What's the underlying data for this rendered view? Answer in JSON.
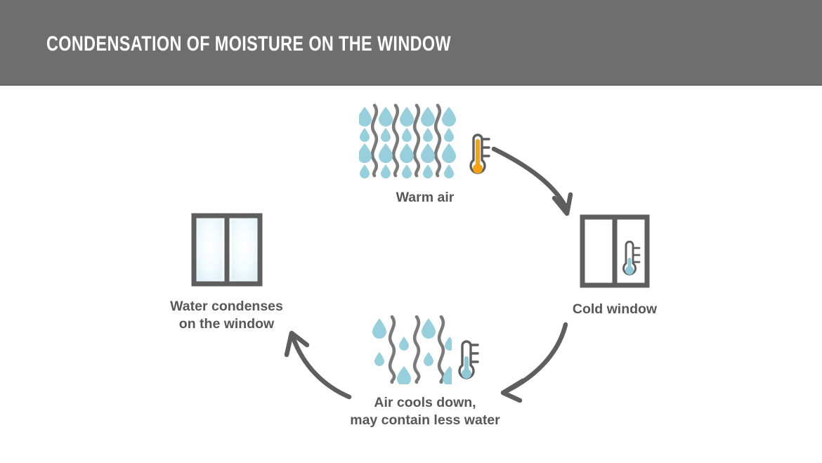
{
  "header": {
    "title": "Condensation of moisture on the window",
    "background_color": "#6e6e6e",
    "text_color": "#ffffff"
  },
  "palette": {
    "gray_outline": "#5e5e5e",
    "gray_wave": "#7a7a7a",
    "droplet_blue": "#97cfdd",
    "warm_orange": "#f5a316",
    "cold_blue": "#8fc9d8",
    "label_gray": "#575757",
    "glass_fog": "#eaf6fa",
    "page_background": "#ffffff"
  },
  "diagram": {
    "type": "cycle",
    "direction": "clockwise",
    "nodes": [
      {
        "id": "warm-air",
        "label": "Warm air",
        "icon": "warm-air-icon",
        "thermometer": "hot-thermometer-icon",
        "thermometer_fill": "high",
        "droplet_count": 16
      },
      {
        "id": "cold-window",
        "label": "Cold window",
        "icon": "cold-window-icon",
        "thermometer": "cold-thermometer-icon",
        "thermometer_fill": "low",
        "droplet_count": 0
      },
      {
        "id": "cooled-air",
        "label": "Air cools down,\nmay contain less water",
        "icon": "cool-air-icon",
        "thermometer": "cold-thermometer-icon",
        "thermometer_fill": "medium-low",
        "droplet_count": 9
      },
      {
        "id": "condensation",
        "label": "Water condenses\non the window",
        "icon": "fogged-window-icon",
        "thermometer": null,
        "thermometer_fill": null,
        "droplet_count": 0
      }
    ],
    "arrows": [
      {
        "id": "arrow-warm-to-cold",
        "from": "warm-air",
        "to": "cold-window"
      },
      {
        "id": "arrow-cold-to-cooled",
        "from": "cold-window",
        "to": "cooled-air"
      },
      {
        "id": "arrow-cooled-to-condensed",
        "from": "cooled-air",
        "to": "condensation"
      }
    ]
  }
}
